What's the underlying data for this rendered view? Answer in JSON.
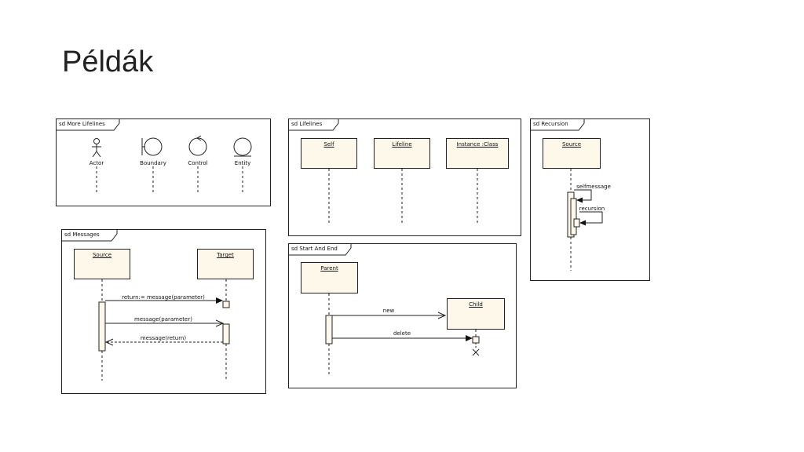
{
  "slide": {
    "title": "Példák"
  },
  "frames": {
    "more_lifelines": {
      "tag": "sd More Lifelines",
      "actor": "Actor",
      "boundary": "Boundary",
      "control": "Control",
      "entity": "Entity"
    },
    "lifelines": {
      "tag": "sd Lifelines",
      "self": "Self",
      "lifeline": "Lifeline",
      "instance": "Instance :Class"
    },
    "recursion": {
      "tag": "sd Recursion",
      "source": "Source",
      "selfmessage": "selfmessage",
      "recursion": "recursion"
    },
    "messages": {
      "tag": "sd Messages",
      "source": "Source",
      "target": "Target",
      "msg1": "return:= message(parameter)",
      "msg2": "message(parameter)",
      "msg3": "message(return)"
    },
    "start_end": {
      "tag": "sd Start And End",
      "parent": "Parent",
      "child": "Child",
      "new": "new",
      "delete": "delete"
    }
  },
  "colors": {
    "box_fill": "#fdf8ea",
    "line": "#222222"
  },
  "icons": [
    "actor-icon",
    "boundary-icon",
    "control-icon",
    "entity-icon",
    "destroy-x-icon"
  ]
}
